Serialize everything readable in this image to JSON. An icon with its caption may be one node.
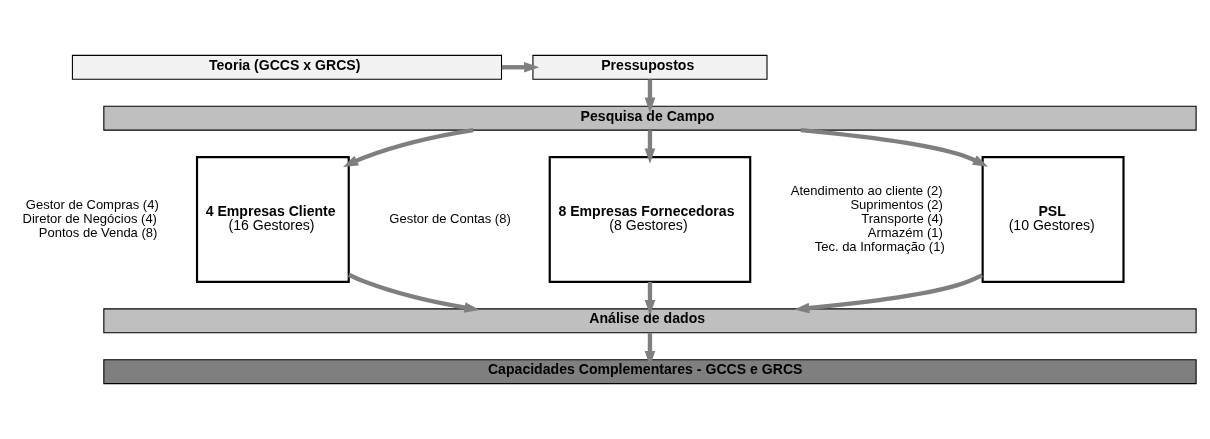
{
  "diagram": {
    "nodes": [
      {
        "text": [
          "Teoria (GCCS x GRCS)"
        ]
      },
      {
        "text": [
          "Pressupostos"
        ]
      },
      {
        "text": [
          "Pesquisa de Campo"
        ]
      },
      {
        "text": [
          "PSL",
          "(10 Gestores)"
        ],
        "beside": [
          "Atendimento ao cliente (2)",
          "Suprimentos (2)",
          "Transporte (4)",
          "Armazém (1)",
          "Tec. da Informação (1)"
        ]
      },
      {
        "text": [
          "4 Empresas Cliente",
          "(16 Gestores)"
        ],
        "beside": [
          "Gestor de Compras (4)",
          "Diretor de Negócios (4)",
          "Pontos de Venda (8)"
        ]
      },
      {
        "text": [
          "8 Empresas Fornecedoras",
          "(8 Gestores)"
        ],
        "beside": [
          "Gestor de Contas (8)"
        ]
      },
      {
        "text": [
          "Análise de dados"
        ]
      },
      {
        "text": [
          "Capacidades Complementares - GCCS e GRCS"
        ]
      }
    ],
    "edges": [
      {
        "from": 0,
        "to": 1,
        "arrow": "to"
      },
      {
        "from": 1,
        "to": 2,
        "arrow": "to"
      },
      {
        "from": 2,
        "to": 3,
        "arrow": "to"
      },
      {
        "from": 2,
        "to": 4,
        "arrow": "to"
      },
      {
        "from": 2,
        "to": 5,
        "arrow": "to"
      },
      {
        "from": 3,
        "to": 6,
        "arrow": "to"
      },
      {
        "from": 4,
        "to": 6,
        "arrow": "to"
      },
      {
        "from": 5,
        "to": 6,
        "arrow": "to"
      },
      {
        "from": 6,
        "to": 7,
        "arrow": "to"
      }
    ]
  }
}
